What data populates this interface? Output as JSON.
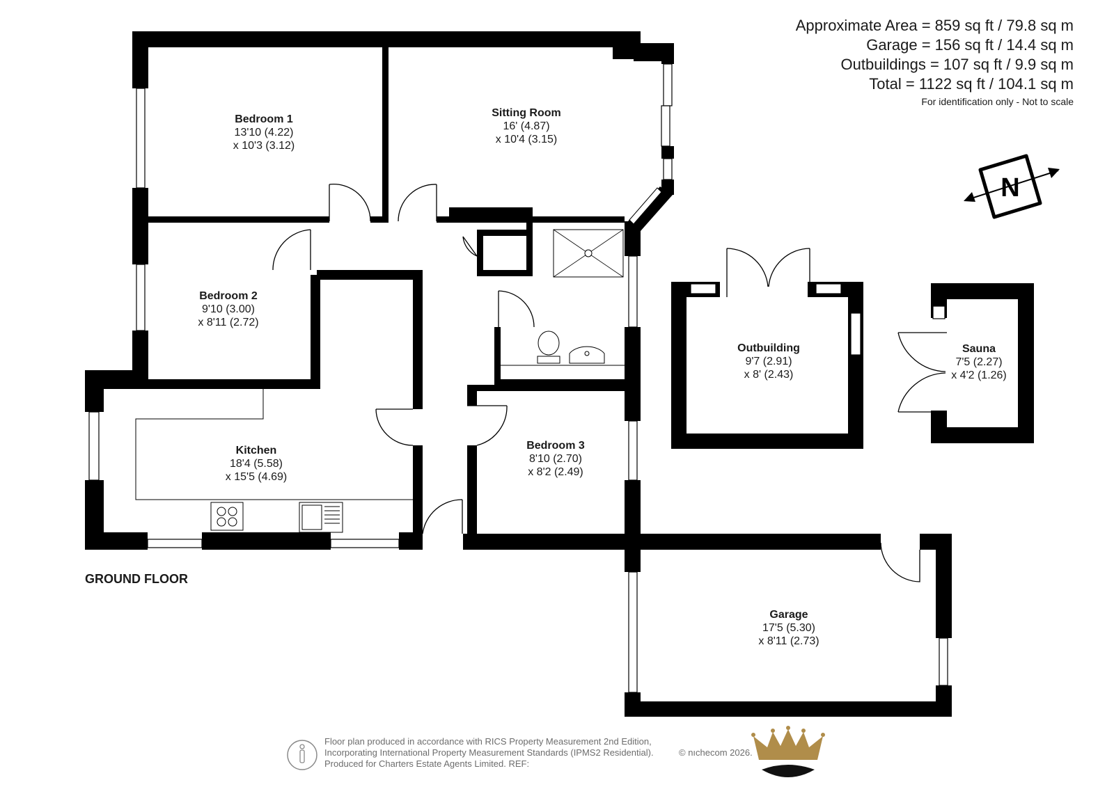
{
  "areas": {
    "approximate": "Approximate Area = 859 sq ft / 79.8 sq m",
    "garage": "Garage = 156 sq ft / 14.4 sq m",
    "outbuildings": "Outbuildings = 107 sq ft / 9.9 sq m",
    "total": "Total = 1122 sq ft / 104.1 sq m",
    "note": "For identification only - Not to scale"
  },
  "compass": {
    "letter": "N"
  },
  "floor_label": "GROUND FLOOR",
  "rooms": {
    "bedroom1": {
      "name": "Bedroom 1",
      "dim1": "13'10 (4.22)",
      "dim2": "x 10'3 (3.12)"
    },
    "sitting": {
      "name": "Sitting Room",
      "dim1": "16' (4.87)",
      "dim2": "x 10'4 (3.15)"
    },
    "bedroom2": {
      "name": "Bedroom 2",
      "dim1": "9'10 (3.00)",
      "dim2": "x 8'11 (2.72)"
    },
    "kitchen": {
      "name": "Kitchen",
      "dim1": "18'4 (5.58)",
      "dim2": "x 15'5 (4.69)"
    },
    "bedroom3": {
      "name": "Bedroom 3",
      "dim1": "8'10 (2.70)",
      "dim2": "x 8'2 (2.49)"
    },
    "outbuilding": {
      "name": "Outbuilding",
      "dim1": "9'7 (2.91)",
      "dim2": "x 8' (2.43)"
    },
    "sauna": {
      "name": "Sauna",
      "dim1": "7'5 (2.27)",
      "dim2": "x 4'2 (1.26)"
    },
    "garage": {
      "name": "Garage",
      "dim1": "17'5 (5.30)",
      "dim2": "x 8'11 (2.73)"
    }
  },
  "footer": {
    "line1": "Floor plan produced in accordance with RICS Property Measurement 2nd Edition,",
    "line2": "Incorporating International Property Measurement Standards (IPMS2 Residential).",
    "line3": "Produced for Charters Estate Agents Limited.   REF:",
    "copyright": "© nıchecom 2026."
  },
  "colors": {
    "wall": "#000000",
    "text": "#1a1a1a",
    "footer_text": "#6d6d6d",
    "crown_gold": "#b08d4a"
  }
}
